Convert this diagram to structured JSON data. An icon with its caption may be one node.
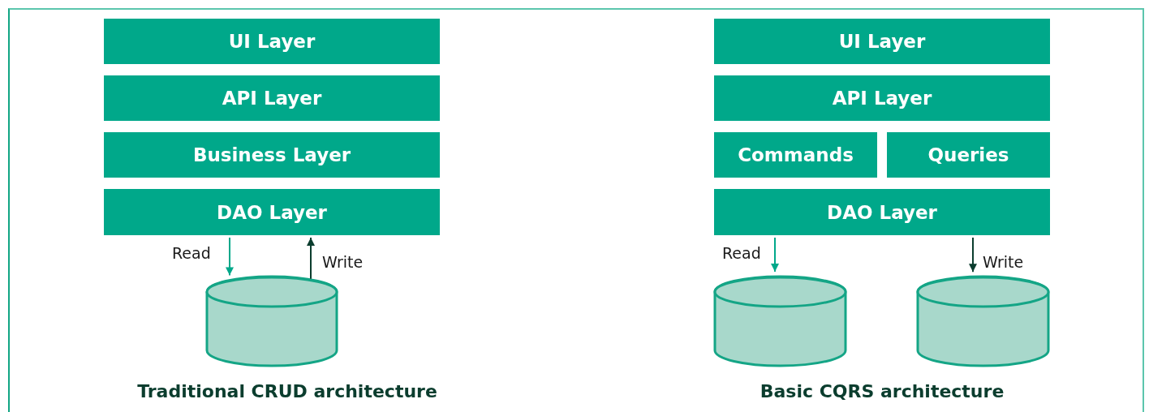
{
  "diagram": {
    "nodes": [
      {
        "text": [
          "UI Layer"
        ]
      },
      {
        "text": [
          "API Layer"
        ]
      },
      {
        "text": [
          "Business Layer"
        ]
      },
      {
        "text": [
          "DAO Layer"
        ]
      },
      {
        "text": [],
        "shape": "cylinder"
      },
      {
        "text": [
          "UI Layer"
        ]
      },
      {
        "text": [
          "API Layer"
        ]
      },
      {
        "text": [
          "Commands"
        ]
      },
      {
        "text": [
          "Queries"
        ]
      },
      {
        "text": [
          "DAO Layer"
        ]
      },
      {
        "text": [],
        "shape": "cylinder"
      },
      {
        "text": [],
        "shape": "cylinder"
      }
    ],
    "edges": [
      {
        "from": 3,
        "to": 4,
        "arrow": "to",
        "label": "Read",
        "color": "#00a88a"
      },
      {
        "from": 4,
        "to": 3,
        "arrow": "to",
        "label": "Write",
        "color": "#0b3d2e"
      },
      {
        "from": 9,
        "to": 10,
        "arrow": "to",
        "label": "Read",
        "color": "#00a88a"
      },
      {
        "from": 9,
        "to": 11,
        "arrow": "to",
        "label": "Write",
        "color": "#0b3d2e"
      }
    ],
    "labels": [
      "Traditional CRUD architecture",
      "Basic CQRS architecture"
    ]
  }
}
